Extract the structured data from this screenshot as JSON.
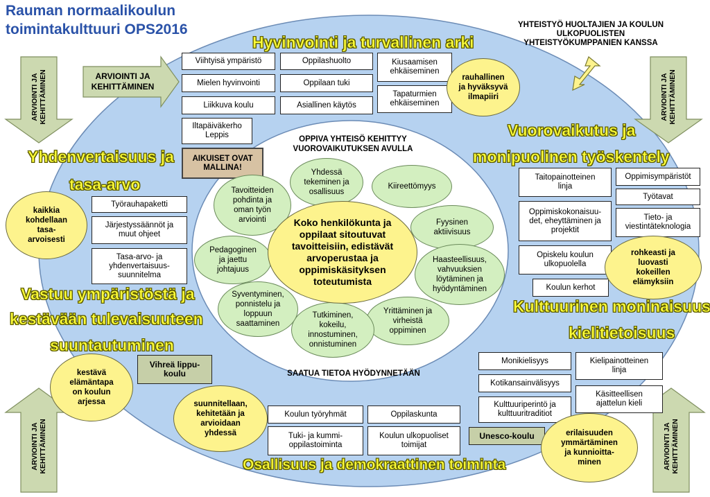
{
  "title": {
    "line1": "Rauman normaalikoulun",
    "line2": "toimintakulttuuri OPS2016"
  },
  "cooperation": "YHTEISTYÖ HUOLTAJIEN JA KOULUN\nULKOPUOLISTEN\nYHTEISTYÖKUMPPANIEN KANSSA",
  "arviointi_label": "ARVIOINTI JA\nKEHITTÄMINEN",
  "arviointi_right_label": "ARVIOINTI JA\nKEHITTÄMINEN",
  "headings": {
    "hyvinvointi": "Hyvinvointi ja turvallinen arki",
    "vuorovaikutus1": "Vuorovaikutus ja",
    "vuorovaikutus2": "monipuolinen työskentely",
    "yhdenvertaisuus1": "Yhdenvertaisuus ja",
    "yhdenvertaisuus2": "tasa-arvo",
    "vastuu1": "Vastuu ympäristöstä ja",
    "vastuu2": "kestävään tulevaisuuteen",
    "vastuu3": "suuntautuminen",
    "kulttuurinen1": "Kulttuurinen moninaisuus ja",
    "kulttuurinen2": "kielitietoisuus",
    "osallisuus": "Osallisuus ja demokraattinen toiminta"
  },
  "hyvinvointi_boxes": {
    "viihtyisa": "Viihtyisä ympäristö",
    "mielen": "Mielen hyvinvointi",
    "liikkuva": "Liikkuva koulu",
    "oppilashuolto": "Oppilashuolto",
    "oppilaan_tuki": "Oppilaan tuki",
    "asiallinen": "Asiallinen käytös",
    "kiusaamisen": "Kiusaamisen\nehkäiseminen",
    "tapaturmien": "Tapaturmien\nehkäiseminen",
    "iltapaivakerho": "Iltapäiväkerho\nLeppis"
  },
  "aikuiset": "AIKUISET OVAT\nMALLINA!",
  "rauhallinen": "rauhallinen\nja hyväksyvä\nilmapiiri",
  "yhdenvertaisuus_boxes": {
    "tyorauha": "Työrauhapaketti",
    "jarjestys": "Järjestyssäännöt ja\nmuut ohjeet",
    "tasaarvo": "Tasa-arvo- ja\nyhdenvertaisuus-\nsuunnitelma"
  },
  "kaikkia": "kaikkia\nkohdellaan\ntasa-\narvoisesti",
  "vuorovaikutus_boxes": {
    "taitopainotteinen": "Taitopainotteinen\nlinja",
    "oppimisymparistot": "Oppimisympäristöt",
    "tyotavat": "Työtavat",
    "oppimiskokonaisuudet": "Oppimiskokonaisuu-\ndet, eheyttäminen ja\nprojektit",
    "tieto": "Tieto- ja\nviestintäteknologia",
    "opiskelu": "Opiskelu koulun\nulkopuolella",
    "kerhot": "Koulun kerhot"
  },
  "rohkeasti": "rohkeasti ja\nluovasti\nkokeillen\nelämyksiin",
  "kestava": "kestävä\nelämäntapa\non koulun\narjessa",
  "vihrea": "Vihreä lippu-\nkoulu",
  "suunnitellaan": "suunnitellaan,\nkehitetään ja\narvioidaan\nyhdessä",
  "osallisuus_boxes": {
    "tyoryhmat": "Koulun työryhmät",
    "oppilaskunta": "Oppilaskunta",
    "tuki_kummi": "Tuki- ja kummi-\noppilastoiminta",
    "ulkopuoliset": "Koulun ulkopuoliset\ntoimijat"
  },
  "kulttuurinen_boxes": {
    "monikielisyys": "Monikielisyys",
    "kielipainotteinen": "Kielipainotteinen\nlinja",
    "kotikansainvalisyys": "Kotikansainvälisyys",
    "kasitteellisen": "Käsitteellisen\najattelun kieli",
    "kulttuuriperinto": "Kulttuuriperintö ja\nkulttuuritraditiot",
    "unesco": "Unesco-koulu"
  },
  "erilaisuuden": "erilaisuuden\nymmärtäminen\nja kunnioitta-\nminen",
  "inner": {
    "top_title": "OPPIVA YHTEISÖ KEHITTYY\nVUOROVAIKUTUKSEN AVULLA",
    "bottom_title": "SAATUA TIETOA HYÖDYNNETÄÄN",
    "center": "Koko henkilökunta ja\noppilaat sitoutuvat\ntavoitteisiin, edistävät\narvoperustaa ja\noppimiskäsityksen\ntoteutumista",
    "petals": {
      "yhdessa": "Yhdessä\ntekeminen ja\nosallisuus",
      "kiireettomyys": "Kiireettömyys",
      "fyysinen": "Fyysinen\naktiivisuus",
      "haasteellisuus": "Haasteellisuus,\nvahvuuksien\nlöytäminen ja\nhyödyntäminen",
      "yrittaminen": "Yrittäminen ja\nvirheistä\noppiminen",
      "tutkiminen": "Tutkiminen,\nkokeilu,\ninnostuminen,\nonnistuminen",
      "syventyminen": "Syventyminen,\nponnistelu ja\nloppuun\nsaattaminen",
      "pedagoginen": "Pedagoginen\nja jaettu\njohtajuus",
      "tavoitteiden": "Tavoitteiden\npohdinta ja\noman työn\narviointi"
    }
  },
  "colors": {
    "outer_ellipse": "#b6d2f0",
    "inner_ellipse": "#ffffff",
    "green": "#d3efc0",
    "yellow": "#fdf38d",
    "arrow": "#ccd9b0",
    "heading": "#ffff3a"
  }
}
